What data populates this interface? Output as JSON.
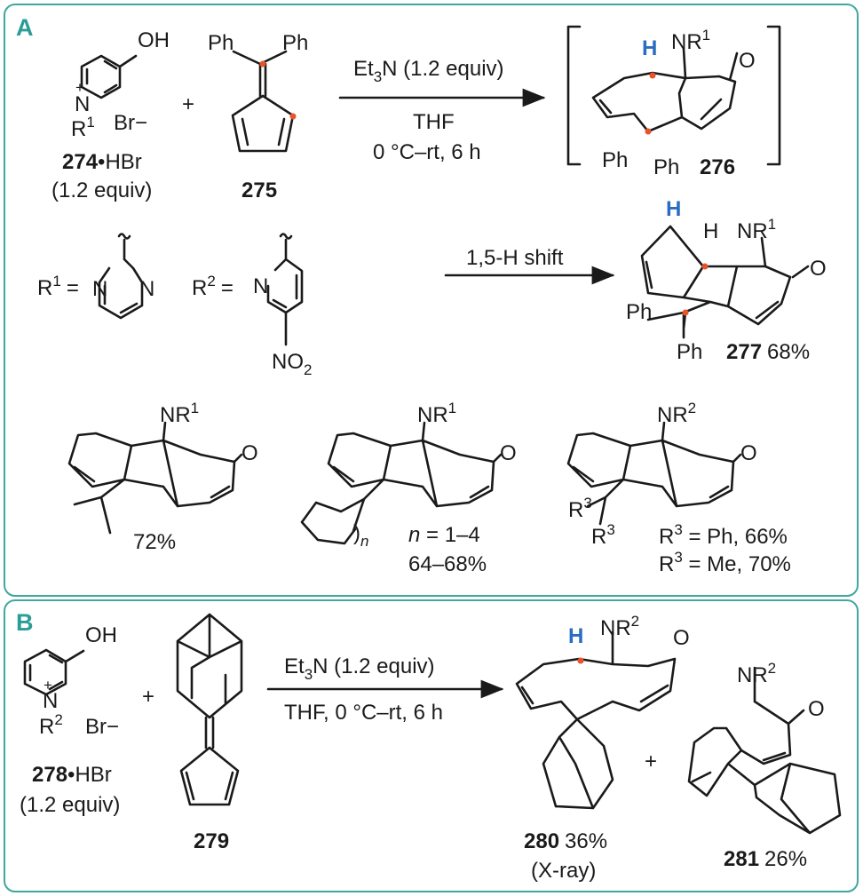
{
  "panels": {
    "a": {
      "label": "A",
      "reagent_1": {
        "oh": "OH",
        "n": "N",
        "plus": "+",
        "r": "R",
        "r_sup": "1",
        "counterion": "Br−",
        "id": "274",
        "salt": "•HBr",
        "equiv": "(1.2 equiv)"
      },
      "plus_sign": "+",
      "reagent_2": {
        "ph_left": "Ph",
        "ph_right": "Ph",
        "id": "275"
      },
      "arrow_1": {
        "line1_a": "Et",
        "line1_sub": "3",
        "line1_b": "N (1.2 equiv)",
        "line2": "THF",
        "line3": "0 °C–rt, 6 h"
      },
      "intermediate": {
        "h": "H",
        "nr": "NR",
        "nr_sup": "1",
        "o": "O",
        "ph_left": "Ph",
        "ph_right": "Ph",
        "id": "276"
      },
      "r_defs": {
        "r1_label": "R",
        "r1_sup": "1",
        "r1_eq": "=",
        "r1_n1": "N",
        "r1_n2": "N",
        "r2_label": "R",
        "r2_sup": "2",
        "r2_eq": "=",
        "r2_n": "N",
        "r2_no2": "NO",
        "r2_no2_sub": "2"
      },
      "arrow_2": {
        "label": "1,5-H shift"
      },
      "product_277": {
        "h_blue": "H",
        "h": "H",
        "nr": "NR",
        "nr_sup": "1",
        "o": "O",
        "ph_top": "Ph",
        "ph_bottom": "Ph",
        "id": "277",
        "yield": "68%"
      },
      "scope": [
        {
          "nr": "NR",
          "nr_sup": "1",
          "o": "O",
          "yield": "72%"
        },
        {
          "nr": "NR",
          "nr_sup": "1",
          "o": "O",
          "n_paren": ")",
          "n_sub": "n",
          "n_eq_var": "n",
          "n_eq_rest": " = 1–4",
          "yield": "64–68%"
        },
        {
          "nr": "NR",
          "nr_sup": "2",
          "o": "O",
          "r3_label": "R",
          "r3_sup": "3",
          "r3b_label": "R",
          "r3b_sup": "3",
          "line1_r": "R",
          "line1_sup": "3",
          "line1_rest": " = Ph, 66%",
          "line2_r": "R",
          "line2_sup": "3",
          "line2_rest": " = Me, 70%"
        }
      ]
    },
    "b": {
      "label": "B",
      "reagent_1": {
        "oh": "OH",
        "n": "N",
        "plus": "+",
        "r": "R",
        "r_sup": "2",
        "counterion": "Br−",
        "id": "278",
        "salt": "•HBr",
        "equiv": "(1.2 equiv)"
      },
      "plus_sign": "+",
      "reagent_2": {
        "id": "279"
      },
      "arrow": {
        "line1_a": "Et",
        "line1_sub": "3",
        "line1_b": "N (1.2 equiv)",
        "line2": "THF, 0 °C–rt, 6 h"
      },
      "product_280": {
        "h": "H",
        "nr": "NR",
        "nr_sup": "2",
        "o": "O",
        "id": "280",
        "yield": "36%",
        "note": "(X-ray)"
      },
      "plus_sign_2": "+",
      "product_281": {
        "nr": "NR",
        "nr_sup": "2",
        "o": "O",
        "id": "281",
        "yield": "26%"
      }
    }
  },
  "colors": {
    "panel_border": "#3fa7a0",
    "panel_label": "#2a9d98",
    "highlight_h": "#2a6cc4",
    "highlight_dot": "#e8542a"
  }
}
